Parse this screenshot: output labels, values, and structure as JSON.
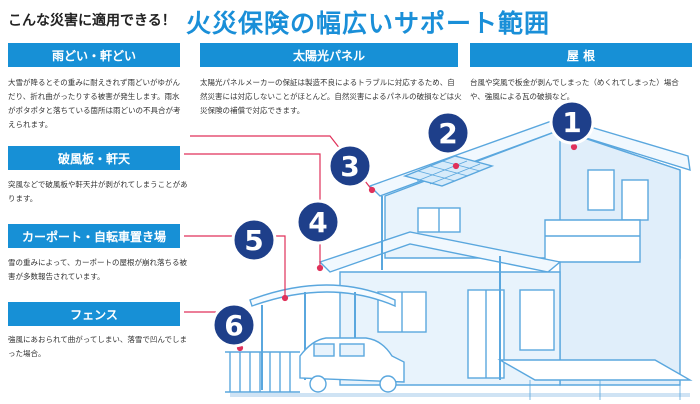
{
  "header": {
    "pre": "こんな災害に適用できる！",
    "main": "火災保険の幅広いサポート範囲"
  },
  "sections": {
    "gutter": {
      "label": "雨どい・軒どい",
      "desc": "大雪が降るとその重みに耐えきれず雨どいがゆがんだり、折れ曲がったりする被害が発生します。雨水がポタポタと落ちている箇所は雨どいの不具合が考えられます。"
    },
    "solar": {
      "label": "太陽光パネル",
      "desc": "太陽光パネルメーカーの保証は製造不良によるトラブルに対応するため、自然災害には対応しないことがほとんど。自然災害によるパネルの破損などは火災保険の補償で対応できます。"
    },
    "roof": {
      "label": "屋 根",
      "desc": "台風や突風で板金が剥んでしまった（めくれてしまった）場合や、強風による瓦の破損など。"
    },
    "fascia": {
      "label": "破風板・軒天",
      "desc": "突風などで破風板や軒天井が剥がれてしまうことがあります。"
    },
    "carport": {
      "label": "カーポート・自転車置き場",
      "desc": "雪の重みによって、カーポートの屋根が崩れ落ちる被害が多数報告されています。"
    },
    "fence": {
      "label": "フェンス",
      "desc": "強風にあおられて曲がってしまい、落雪で凹んでしまった場合。"
    }
  },
  "markers": [
    "1",
    "2",
    "3",
    "4",
    "5",
    "6"
  ],
  "colors": {
    "accent": "#1790d6",
    "title": "#1a8fd8",
    "marker_fill": "#1e3f8a",
    "house_line": "#5aa7de",
    "house_fill": "#e8f3fc",
    "leader": "#e0315a"
  }
}
